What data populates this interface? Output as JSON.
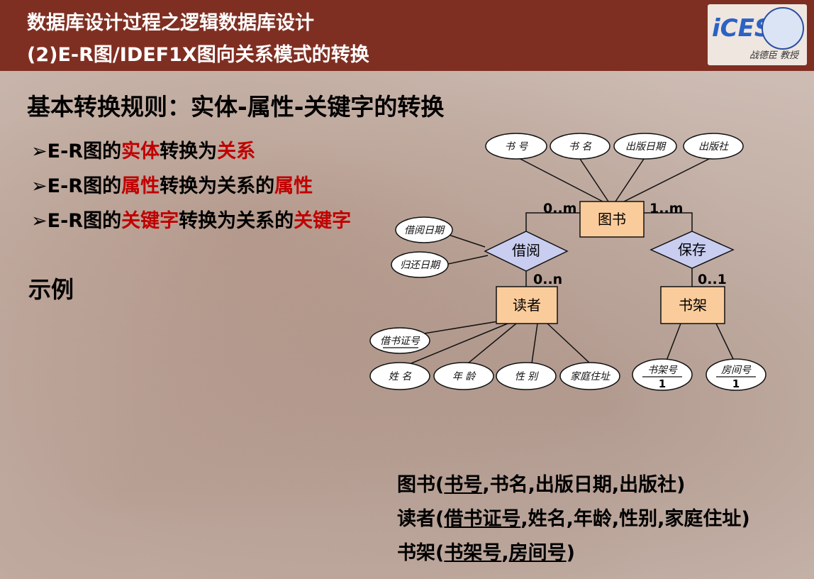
{
  "header": {
    "title_line1": "数据库设计过程之逻辑数据库设计",
    "title_line2": "(2)E-R图/IDEF1X图向关系模式的转换",
    "logo_text": "iCES",
    "teacher": "战德臣 教授"
  },
  "section_title": "基本转换规则：实体-属性-关键字的转换",
  "bullets": [
    {
      "a": "E-R图的",
      "b": "实体",
      "c": "转换为",
      "d": "关系",
      "e": ""
    },
    {
      "a": "E-R图的",
      "b": "属性",
      "c": "转换为关系的",
      "d": "属性",
      "e": ""
    },
    {
      "a": "E-R图的",
      "b": "关键字",
      "c": "转换为关系的",
      "d": "关键字",
      "e": ""
    }
  ],
  "bullet_marker": "➢",
  "example_label": "示例",
  "diagram": {
    "entities": {
      "book": "图书",
      "reader": "读者",
      "shelf": "书架"
    },
    "relationships": {
      "borrow": "借阅",
      "store": "保存"
    },
    "book_attrs": [
      "书 号",
      "书 名",
      "出版日期",
      "出版社"
    ],
    "borrow_attrs": [
      "借阅日期",
      "归还日期"
    ],
    "reader_attrs": [
      "借书证号",
      "姓 名",
      "年 龄",
      "性 别",
      "家庭住址"
    ],
    "shelf_attrs": [
      "书架号",
      "房间号"
    ],
    "shelf_attr_card": [
      "1",
      "1"
    ],
    "cardinalities": {
      "book_borrow": "0..m",
      "book_store": "1..m",
      "borrow_reader": "0..n",
      "store_shelf": "0..1"
    }
  },
  "relations": [
    {
      "name": "图书(",
      "key": "书号",
      "rest": ",书名,出版日期,出版社)"
    },
    {
      "name": "读者(",
      "key": "借书证号",
      "rest": ",姓名,年龄,性别,家庭住址)"
    },
    {
      "name": "书架(",
      "key": "书架号",
      "sep": ",",
      "key2": "房间号",
      "rest": ")"
    }
  ],
  "colors": {
    "header_bg": "#7f2f22",
    "highlight": "#c00000",
    "entity_fill": "#fbcc9b",
    "relationship_fill": "#c9cdf0"
  }
}
